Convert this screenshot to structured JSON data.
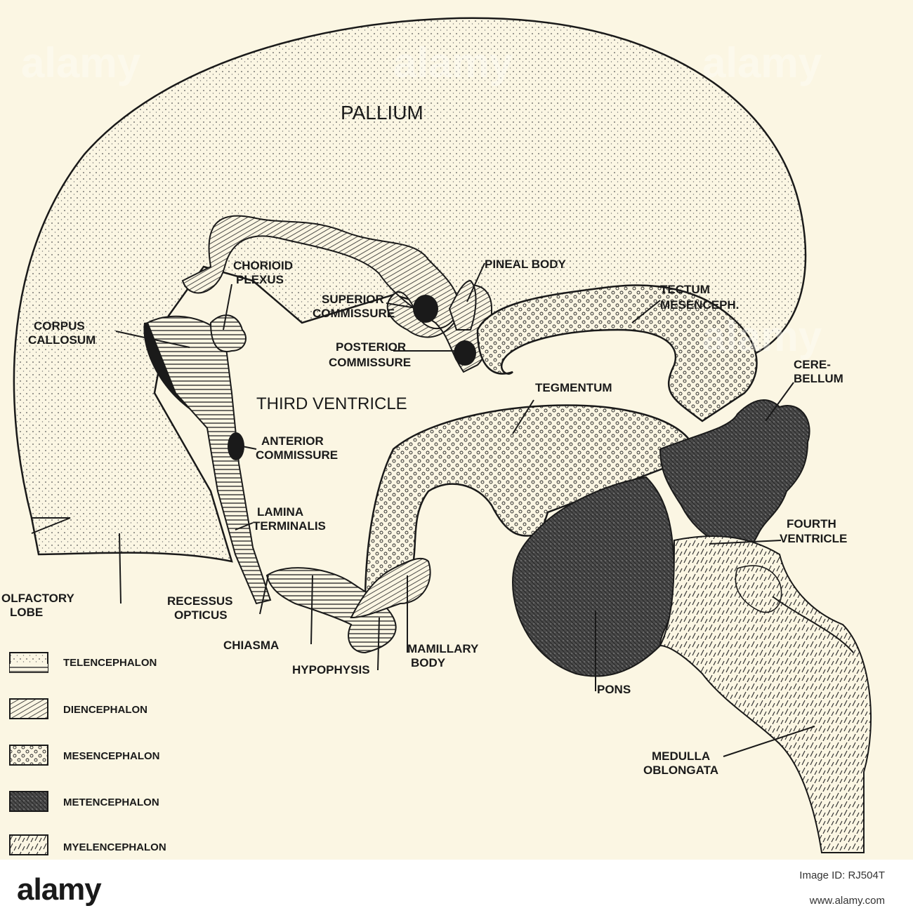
{
  "labels": {
    "pallium": "PALLIUM",
    "chorioid_plexus": [
      "CHORIOID",
      "PLEXUS"
    ],
    "pineal_body": "PINEAL BODY",
    "superior_commissure": [
      "SUPERIOR",
      "COMMISSURE"
    ],
    "posterior_commissure": [
      "POSTERIOR",
      "COMMISSURE"
    ],
    "tectum": [
      "TECTUM",
      "MESENCEPH."
    ],
    "corpus_callosum": [
      "CORPUS",
      "CALLOSUM"
    ],
    "third_ventricle": "THIRD VENTRICLE",
    "tegmentum": "TEGMENTUM",
    "cerebellum": [
      "CERE-",
      "BELLUM"
    ],
    "anterior_commissure": [
      "ANTERIOR",
      "COMMISSURE"
    ],
    "lamina_terminalis": [
      "LAMINA",
      "TERMINALIS"
    ],
    "fourth_ventricle": [
      "FOURTH",
      "VENTRICLE"
    ],
    "olfactory_lobe": [
      "OLFACTORY",
      "LOBE"
    ],
    "recessus_opticus": [
      "RECESSUS",
      "OPTICUS"
    ],
    "chiasma": "CHIASMA",
    "hypophysis": "HYPOPHYSIS",
    "mamillary_body": [
      "MAMILLARY",
      "BODY"
    ],
    "pons": "PONS",
    "medulla_oblongata": [
      "MEDULLA",
      "OBLONGATA"
    ]
  },
  "legend": [
    {
      "label": "TELENCEPHALON",
      "pattern": "telencephalon"
    },
    {
      "label": "DIENCEPHALON",
      "pattern": "diencephalon"
    },
    {
      "label": "MESENCEPHALON",
      "pattern": "mesencephalon"
    },
    {
      "label": "METENCEPHALON",
      "pattern": "metencephalon"
    },
    {
      "label": "MYELENCEPHALON",
      "pattern": "myelencephalon"
    }
  ],
  "watermark": "alamy",
  "footer": {
    "logo": "alamy",
    "image_id_line1": "Image ID: RJ504T",
    "image_id_line2": "www.alamy.com"
  },
  "colors": {
    "paper": "#fbf6e3",
    "ink": "#1a1a1a",
    "metencephalon": "#4a4a4a"
  }
}
